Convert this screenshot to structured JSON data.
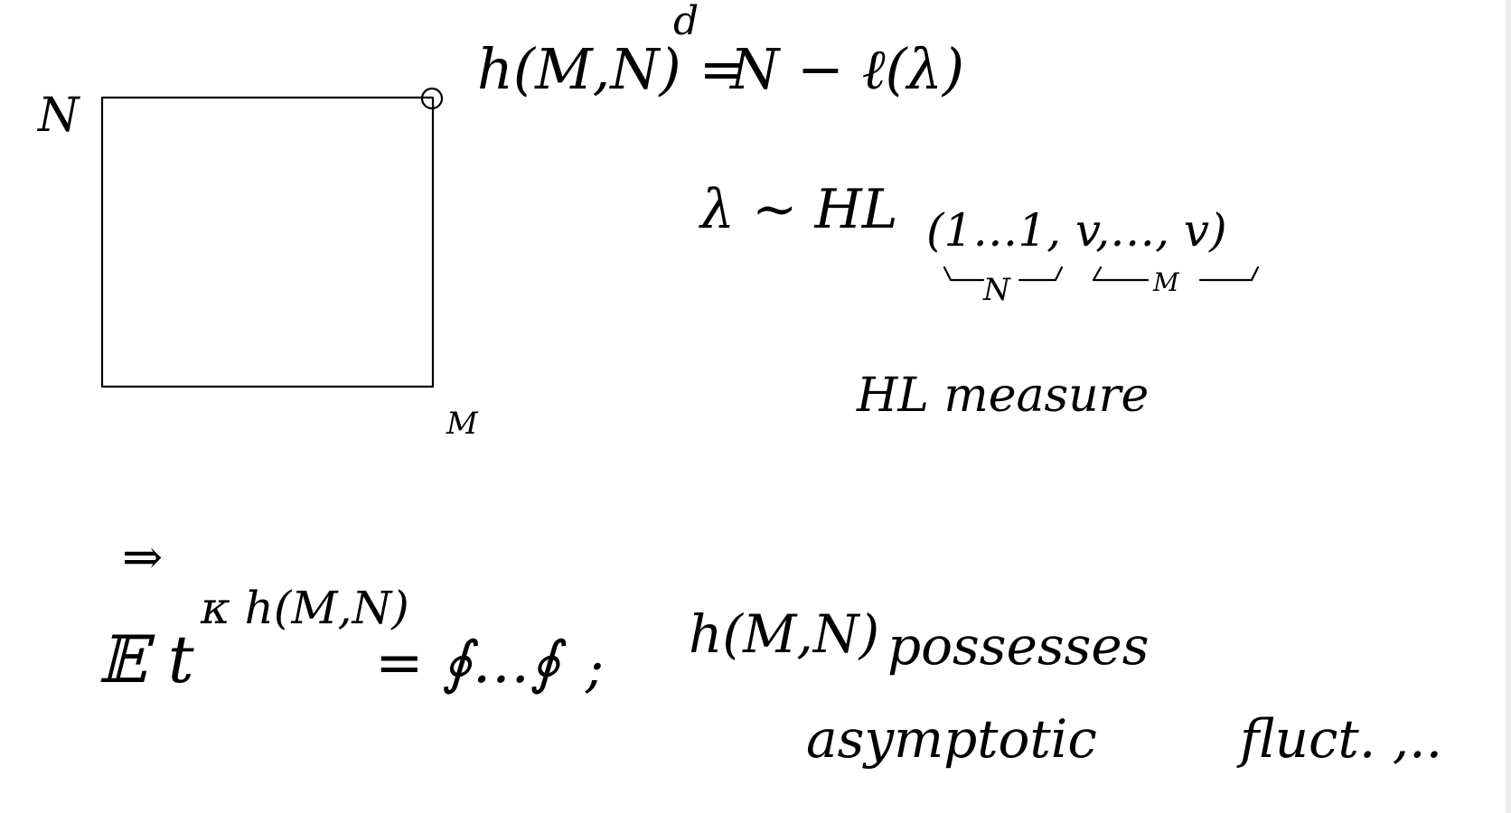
{
  "diagram": {
    "box_label_left": "N",
    "box_label_bottom": "M",
    "formula_h": "h(M,N) =",
    "formula_h_marker": "d",
    "formula_h_rhs": "N − ℓ(λ)",
    "lambda_dist": "λ ~ HL",
    "hl_params": "(1…1, v,…, v)",
    "brace_n": "N",
    "brace_m": "M",
    "hl_measure": "HL measure",
    "implies": "⇒",
    "expectation": "𝔼 t",
    "exponent": "κ h(M,N)",
    "integral_rhs": "= ∮…∮",
    "separator": ";",
    "h_again": "h(M,N)",
    "possesses": "possesses",
    "asymptotic": "asymptotic",
    "fluct": "fluct. ,.."
  },
  "colors": {
    "ink": "#000000",
    "background": "#ffffff"
  }
}
